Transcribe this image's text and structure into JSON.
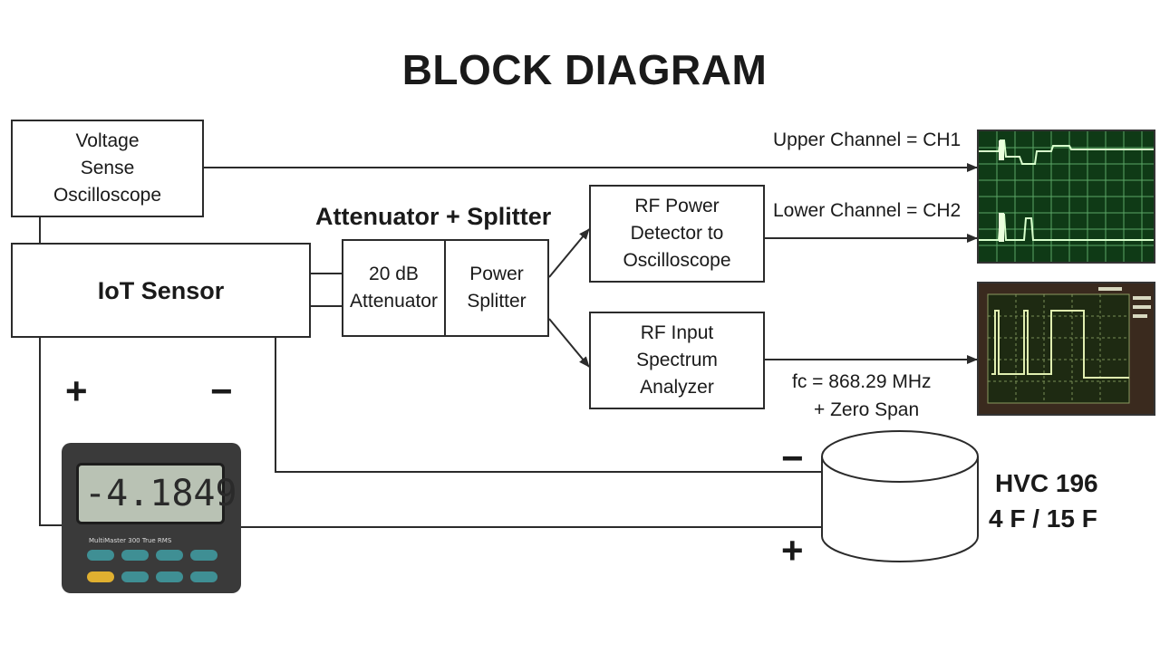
{
  "title": "BLOCK DIAGRAM",
  "blocks": {
    "voltage_scope": "Voltage\nSense\nOscilloscope",
    "iot_sensor": "IoT Sensor",
    "attenuator": "20 dB\nAttenuator",
    "splitter": "Power\nSplitter",
    "rf_detector": "RF Power\nDetector to\nOscilloscope",
    "spectrum_analyzer": "RF Input\nSpectrum\nAnalyzer"
  },
  "labels": {
    "att_splitter_heading": "Attenuator + Splitter",
    "upper_channel": "Upper Channel = CH1",
    "lower_channel": "Lower Channel = CH2",
    "fc": "fc = 868.29 MHz",
    "zero_span": "+ Zero Span",
    "battery_line1": "HVC 196",
    "battery_line2": "4 F / 15 F",
    "plus_left": "+",
    "minus_left": "−",
    "battery_minus": "−",
    "battery_plus": "+"
  },
  "multimeter": {
    "reading": "-4.1849",
    "brand": "MultiMaster 300 True RMS"
  },
  "colors": {
    "line": "#2b2b2b",
    "scope_bg": "#0f3a16",
    "scope_grid": "#7fcf86",
    "scope_trace": "#c9f5b0",
    "analyzer_bg": "#3a2a1e",
    "analyzer_trace": "#d8e8a8"
  }
}
